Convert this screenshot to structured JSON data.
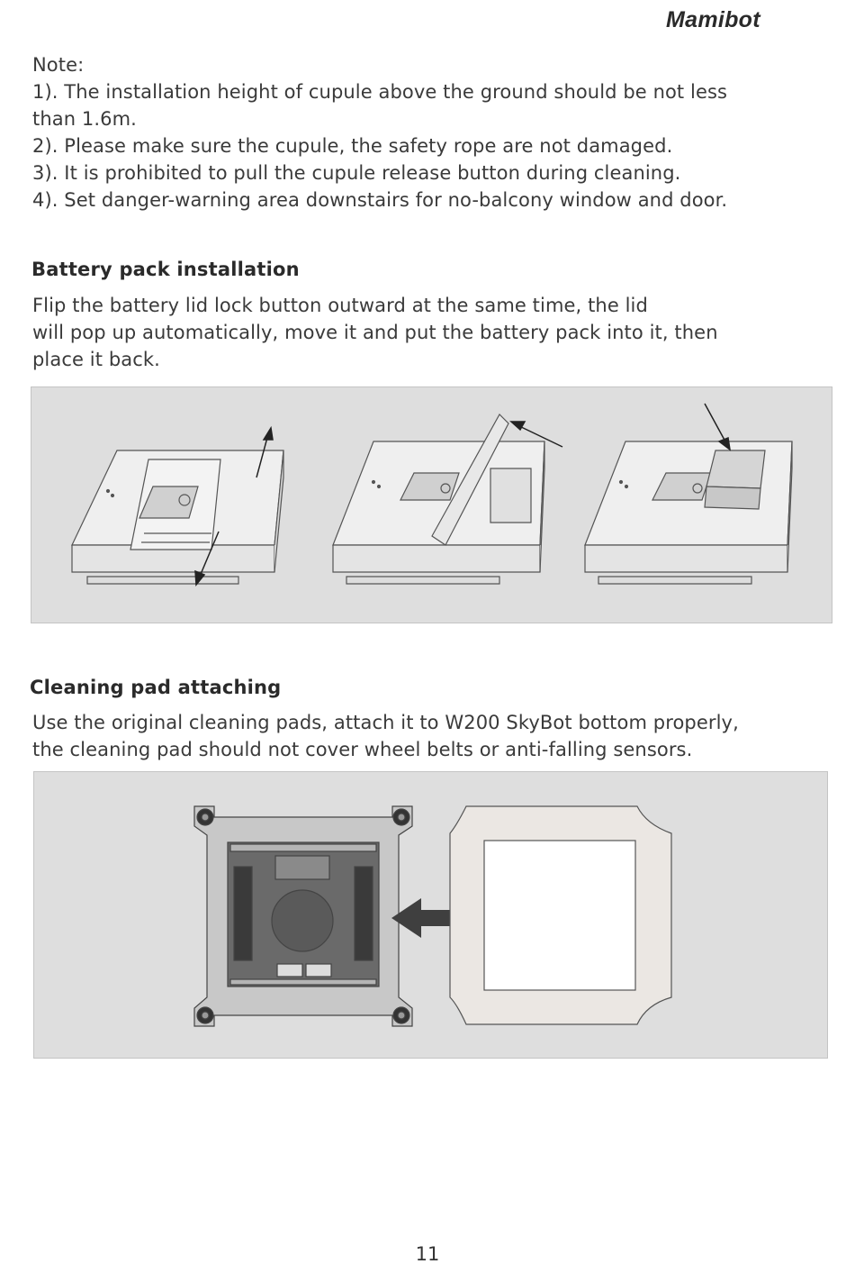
{
  "header": {
    "brand": "Mamibot"
  },
  "note": {
    "lines": [
      "Note:",
      "1). The installation height of cupule above the ground should be not less",
      "than 1.6m.",
      "2). Please make sure the cupule, the safety rope are not damaged.",
      "3). It is prohibited to pull the cupule release button during cleaning.",
      "4). Set danger-warning area downstairs for no-balcony window and door."
    ]
  },
  "battery": {
    "heading": "Battery pack installation",
    "lines": [
      "Flip the battery lid lock button outward at the same time, the lid",
      "will pop up automatically, move it and put the battery pack into it, then",
      "place it back."
    ]
  },
  "pad": {
    "heading": "Cleaning pad attaching",
    "lines": [
      "Use the original cleaning pads, attach it to W200 SkyBot bottom properly,",
      "the cleaning pad should not cover wheel belts or anti-falling sensors."
    ]
  },
  "footer": {
    "page_number": "11"
  }
}
